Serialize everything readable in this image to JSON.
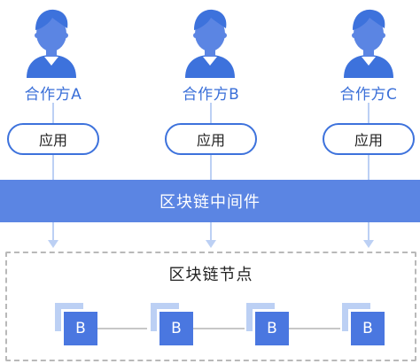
{
  "parties": [
    {
      "label": "合作方A",
      "app_label": "应用"
    },
    {
      "label": "合作方B",
      "app_label": "应用"
    },
    {
      "label": "合作方C",
      "app_label": "应用"
    }
  ],
  "middleware": {
    "label": "区块链中间件"
  },
  "nodes": {
    "title": "区块链节点",
    "blocks": [
      {
        "label": "B"
      },
      {
        "label": "B"
      },
      {
        "label": "B"
      },
      {
        "label": "B"
      }
    ]
  },
  "colors": {
    "accent": "#3d72dc",
    "middleware_bar": "#5b85e3",
    "block": "#4a77e0",
    "block_shadow": "#bcd0f4",
    "connector": "#bcd0f4",
    "dashed_border": "#b9b9b9"
  },
  "icons": {
    "party": "user-icon",
    "arrow": "arrow-down-icon",
    "block": "block-icon"
  }
}
